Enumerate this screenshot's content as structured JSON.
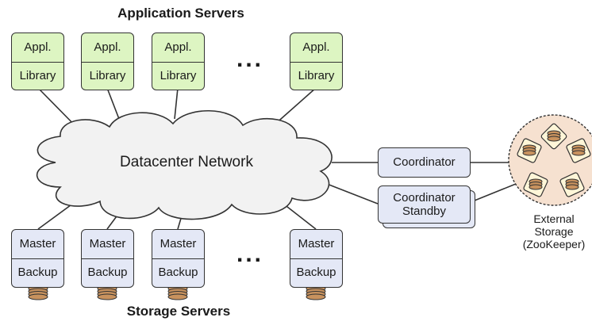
{
  "titles": {
    "application_servers": "Application Servers",
    "storage_servers": "Storage Servers"
  },
  "app_servers": [
    {
      "top": "Appl.",
      "bottom": "Library"
    },
    {
      "top": "Appl.",
      "bottom": "Library"
    },
    {
      "top": "Appl.",
      "bottom": "Library"
    },
    {
      "top": "Appl.",
      "bottom": "Library"
    }
  ],
  "storage_servers": [
    {
      "top": "Master",
      "bottom": "Backup"
    },
    {
      "top": "Master",
      "bottom": "Backup"
    },
    {
      "top": "Master",
      "bottom": "Backup"
    },
    {
      "top": "Master",
      "bottom": "Backup"
    }
  ],
  "ellipsis": "...",
  "network": {
    "label": "Datacenter Network"
  },
  "coordinator": {
    "label": "Coordinator"
  },
  "coordinator_standby": {
    "line1": "Coordinator",
    "line2": "Standby"
  },
  "external_storage": {
    "line1": "External",
    "line2": "Storage",
    "line3": "(ZooKeeper)"
  },
  "colors": {
    "app_fill": "#ddf5c2",
    "storage_fill": "#e4e8f6",
    "cloud_fill": "#f2f2f2",
    "zookeeper_fill": "#f6e1d0",
    "disk_fill": "#c8925e",
    "outline": "#333333"
  }
}
